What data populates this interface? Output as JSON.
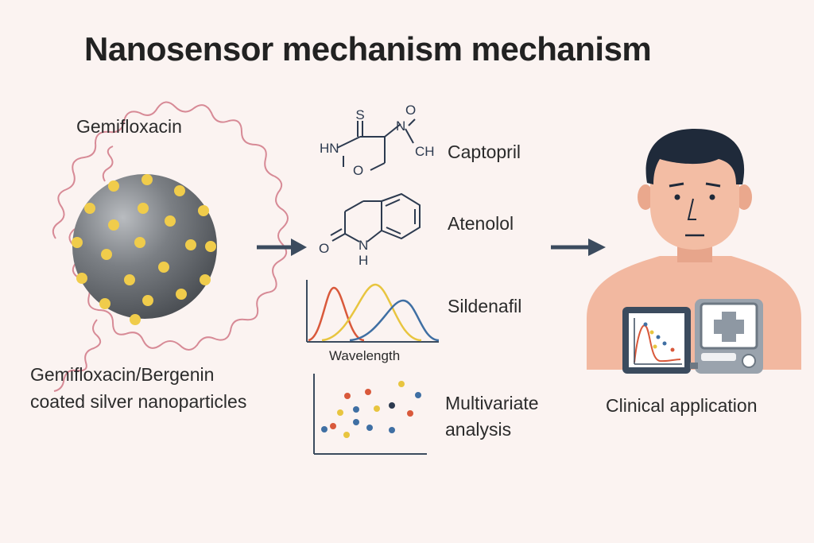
{
  "title": "Nanosensor mechanism mechanism",
  "nanoparticle": {
    "top_label": "Gemifloxacin",
    "caption_line1": "Gemifloxacin/Bergenin",
    "caption_line2": "coated silver nanoparticles"
  },
  "structure_atoms": {
    "s": "S",
    "hn": "HN",
    "o_ring": "O",
    "n": "N",
    "o_top": "O",
    "ch": "CH",
    "o_carbonyl": "O",
    "nh_n": "N",
    "nh_h": "H"
  },
  "drugs": [
    {
      "name": "Captopril"
    },
    {
      "name": "Atenolol"
    },
    {
      "name": "Sildenafil"
    },
    {
      "name": "Multivariate",
      "name2": "analysis"
    }
  ],
  "spectrum": {
    "xlabel": "Wavelength",
    "colors": [
      "#d9593b",
      "#e8c53f",
      "#3f6fa3"
    ]
  },
  "clinical": {
    "label": "Clinical application"
  },
  "colors": {
    "particle": "#6f7378",
    "dots": "#f0cc4b",
    "coating": "#d78a96",
    "arrow": "#3b4b5e",
    "skin": "#f2b8a0",
    "hair": "#1f2a3a"
  }
}
